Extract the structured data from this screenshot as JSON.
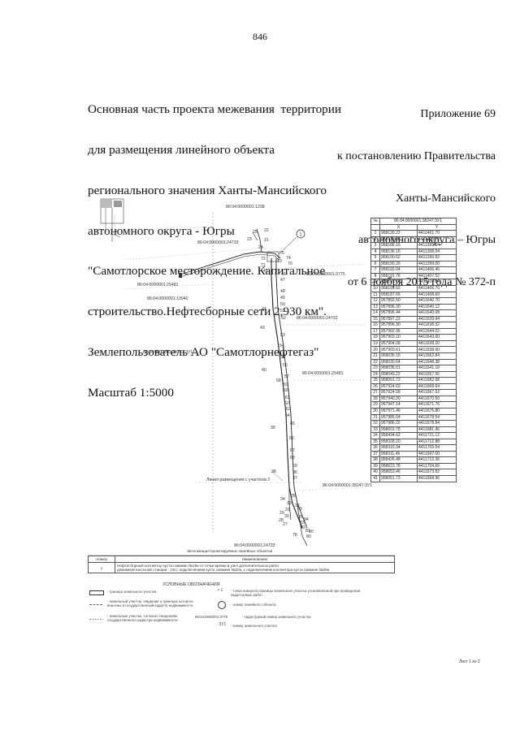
{
  "page_number": "846",
  "title_lines": [
    "Основная часть проекта межевания  территории",
    "для размещения линейного объекта",
    "регионального значения Ханты-Мансийского",
    "автономного округа - Югры",
    "\"Самотлорское месторождение. Капитальное",
    "строительство.Нефтесборные сети 2,930 км\".",
    "Землепользователь АО \"Самотлорнефтегаз\"",
    "Масштаб 1:5000"
  ],
  "annex_lines": [
    "Приложение 69",
    "к постановлению Правительства",
    "Ханты-Мансийского",
    "автономного округа – Югры",
    "от 6 ноября 2015 года № 372-п"
  ],
  "map": {
    "labels": {
      "cad_1238": "86:04:0000001:1238",
      "cad_24733_top": "86:04:0000001:24733",
      "cad_3775": "86:04:0000001:3775",
      "cad_25481_left": "86:04:0000001:25481",
      "cad_13940": "86:04:0000001:13940",
      "cad_24733_mid": "86:04:0000001:24733",
      "cad_38247_left": "86:04:0000001:38247:ЗУ1",
      "cad_25481_right": "86:04:0000001:25481",
      "cad_38247_bottom": "86:04:0000001:38247:ЗУ1",
      "cad_24733_bottom": "86:04:0000001:24733",
      "zone_line": "Линия размещения с участком 2",
      "object_number": "1"
    },
    "points": [
      "25",
      "22",
      "23",
      "21",
      "24",
      "75",
      "74",
      "73",
      "70",
      "72",
      "71",
      "45",
      "46",
      "47",
      "48",
      "49",
      "50",
      "44",
      "43",
      "51",
      "52",
      "53",
      "54",
      "55",
      "56",
      "57",
      "58",
      "59",
      "40",
      "60",
      "61",
      "62",
      "63",
      "64",
      "65",
      "39",
      "66",
      "67",
      "68",
      "69",
      "38",
      "36",
      "37",
      "35",
      "34",
      "33",
      "32",
      "31",
      "30",
      "29",
      "28",
      "27",
      "26",
      "84",
      "83",
      "82",
      "81",
      "80",
      "79",
      "78",
      "90"
    ]
  },
  "coord_table": {
    "header": [
      "№",
      "86:04:0000001:38247:ЗУ1"
    ],
    "subheader": [
      "",
      "X",
      "Y"
    ],
    "rows": [
      [
        "1",
        "958130.22",
        "4411401.70"
      ],
      [
        "2",
        "958179.96",
        "4411400.72"
      ],
      [
        "3",
        "958186.16",
        "4411399.04"
      ],
      [
        "4",
        "958136.16",
        "4411398.04"
      ],
      [
        "5",
        "958190.62",
        "4411396.82"
      ],
      [
        "6",
        "958190.26",
        "4411399.00"
      ],
      [
        "7",
        "958192.04",
        "4411406.46"
      ],
      [
        "8",
        "958191.76",
        "4411407.52"
      ],
      [
        "9",
        "958191.70",
        "4411404.84"
      ],
      [
        "10",
        "958191.92",
        "4411406.76"
      ],
      [
        "11",
        "958187.66",
        "4411408.60"
      ],
      [
        "12",
        "957892.50",
        "4411640.70"
      ],
      [
        "13",
        "957896.30",
        "4411640.12"
      ],
      [
        "14",
        "957896.44",
        "4411640.08"
      ],
      [
        "15",
        "957897.22",
        "4411639.94"
      ],
      [
        "16",
        "957896.30",
        "4411638.32"
      ],
      [
        "17",
        "957902.96",
        "4411644.02"
      ],
      [
        "18",
        "957903.10",
        "4411643.60"
      ],
      [
        "19",
        "957904.08",
        "4411638.20"
      ],
      [
        "20",
        "957903.61",
        "4411638.60"
      ],
      [
        "21",
        "958035.16",
        "4411662.84"
      ],
      [
        "22",
        "958030.64",
        "4411648.38"
      ],
      [
        "23",
        "958036.01",
        "4411641.10"
      ],
      [
        "24",
        "958049.22",
        "4411657.56"
      ],
      [
        "25",
        "958001.72",
        "4411682.08"
      ],
      [
        "26",
        "957924.62",
        "4411668.64"
      ],
      [
        "27",
        "957924.58",
        "4411667.62"
      ],
      [
        "28",
        "957940.20",
        "4411670.50"
      ],
      [
        "29",
        "957947.14",
        "4411671.76"
      ],
      [
        "30",
        "957971.46",
        "4411676.80"
      ],
      [
        "31",
        "957985.04",
        "4411678.54"
      ],
      [
        "32",
        "957986.02",
        "4411678.84"
      ],
      [
        "33",
        "958001.78",
        "4411681.96"
      ],
      [
        "34",
        "958434.62",
        "4411721.12"
      ],
      [
        "35",
        "958328.20",
        "4411712.88"
      ],
      [
        "36",
        "958315.04",
        "4411709.54"
      ],
      [
        "37",
        "958311.46",
        "4411697.00"
      ],
      [
        "38",
        "958426.48",
        "4411712.36"
      ],
      [
        "39",
        "958623.78",
        "4411704.66"
      ],
      [
        "40",
        "958653.46",
        "4411673.82"
      ],
      [
        "41",
        "958051.73",
        "4411668.96"
      ]
    ]
  },
  "explication": {
    "title": "Экспликация проектируемых линейных объектов",
    "col_number": "Номер",
    "col_name": "Наименование",
    "row_number": "1",
    "row_text_1": "Нефтесборный коллектор куста скважин №19и от точки врезки в узел дополнительных работ",
    "row_text_2": "дожимной насосной станции - 1М с подключением куста скважин №20а, с подключением коллектора куста скважин №25а"
  },
  "legend": {
    "title": "УСЛОВНЫЕ ОБОЗНАЧЕНИЯ",
    "items": [
      "- граница земельного участка",
      "- земельный участок, сведения о границах которого внесены в государственный кадастр недвижимости",
      "- земельные участки, согласно сведениям государственного кадастра недвижимости",
      "- точка поворота границы земельного участка установленной при проведении кадастровых работ",
      "- номер линейного объекта",
      "- кадастровый номер земельного участка",
      "- номер земельного участка"
    ],
    "sym_point": "• 1",
    "sym_cad": "86:04:0000001:3775",
    "sym_zu": ":ЗУ1"
  },
  "sheet": "Лист 1 из 2"
}
